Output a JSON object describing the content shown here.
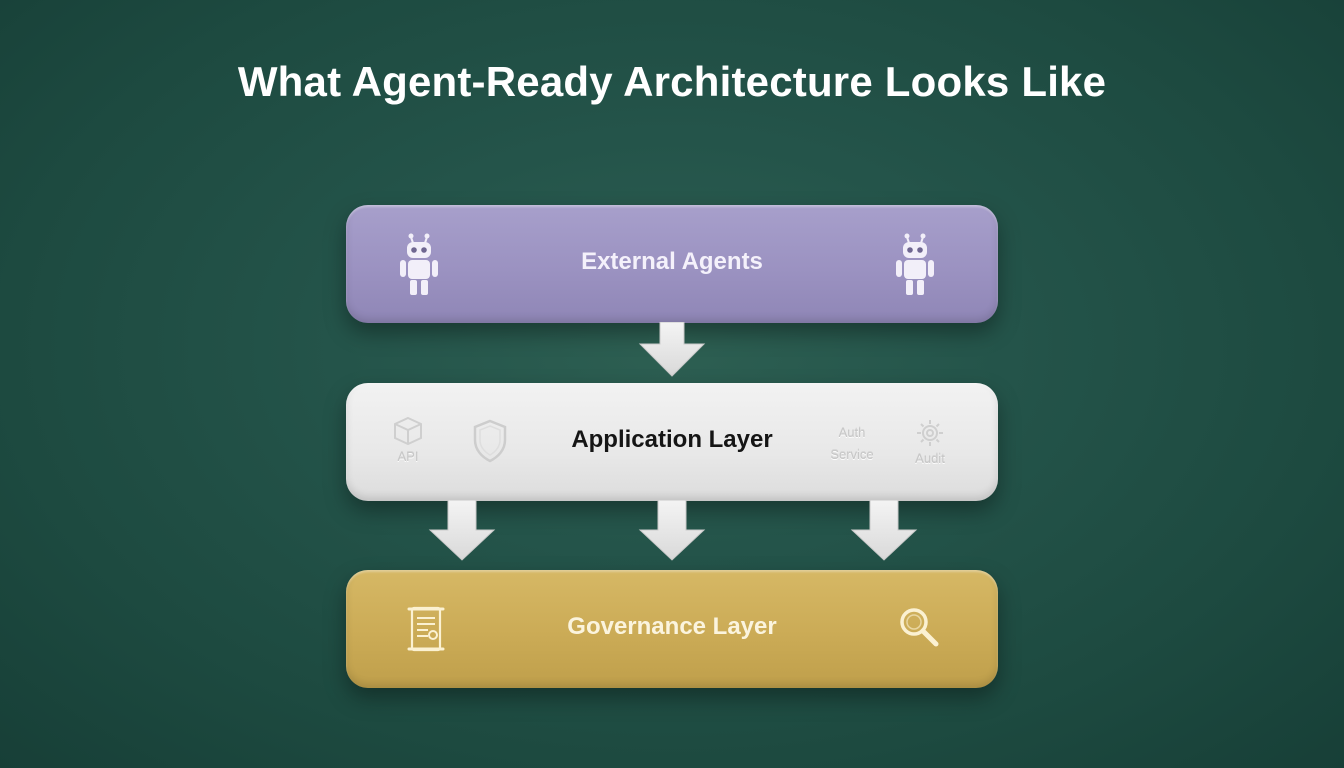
{
  "title": "What Agent-Ready Architecture Looks Like",
  "layers": {
    "external": {
      "label": "External Agents",
      "color": "#9b92c1"
    },
    "application": {
      "label": "Application Layer",
      "color": "#e8e8e8",
      "components": {
        "api": "API",
        "auth_line1": "Auth",
        "auth_line2": "Service",
        "audit": "Audit"
      }
    },
    "governance": {
      "label": "Governance Layer",
      "color": "#cbab56"
    }
  },
  "background_color": "#24544a",
  "icons": [
    "robot-icon",
    "robot-icon",
    "cube-icon",
    "shield-icon",
    "gear-icon",
    "scroll-icon",
    "magnifier-icon",
    "arrow-down-icon"
  ]
}
